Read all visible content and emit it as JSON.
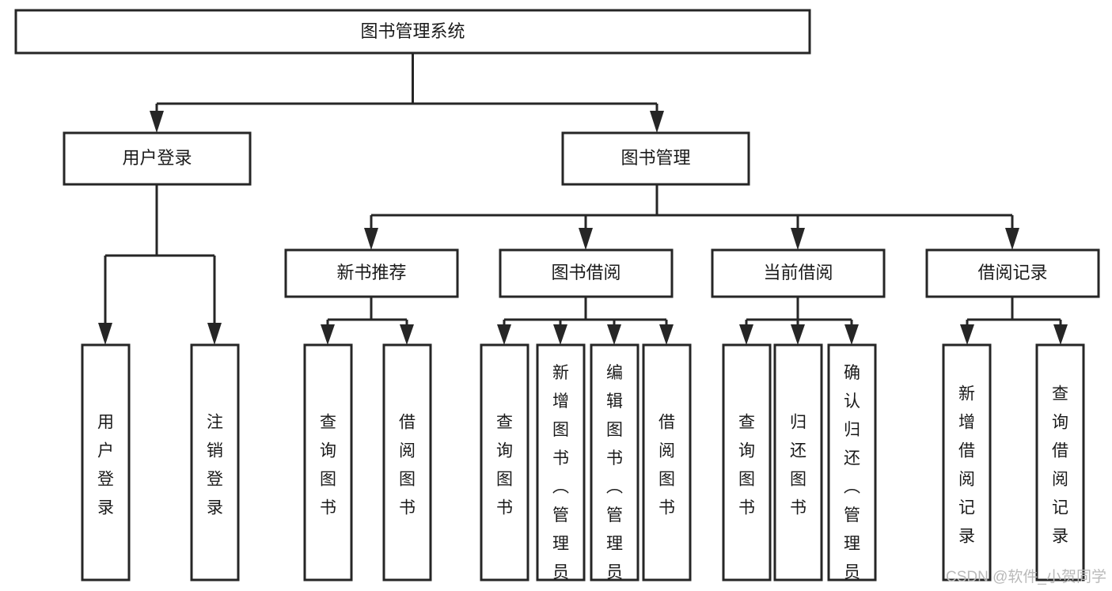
{
  "diagram": {
    "title": "图书管理系统",
    "type": "tree-hierarchy",
    "orientation": "top-down",
    "watermark": "CSDN @软件_小贺同学",
    "colors": {
      "box_stroke": "#262626",
      "box_fill": "#ffffff",
      "connector": "#262626",
      "text": "#1a1a1a",
      "watermark": "#b9b9b9",
      "background": "#ffffff"
    },
    "levels": [
      {
        "level": 0,
        "nodes": [
          {
            "id": "root",
            "label": "图书管理系统",
            "orientation": "horizontal"
          }
        ]
      },
      {
        "level": 1,
        "nodes": [
          {
            "id": "user-login",
            "label": "用户登录",
            "orientation": "horizontal",
            "parent": "root"
          },
          {
            "id": "book-mgmt",
            "label": "图书管理",
            "orientation": "horizontal",
            "parent": "root"
          }
        ]
      },
      {
        "level": 2,
        "nodes": [
          {
            "id": "new-book-rec",
            "label": "新书推荐",
            "orientation": "horizontal",
            "parent": "book-mgmt"
          },
          {
            "id": "book-borrow",
            "label": "图书借阅",
            "orientation": "horizontal",
            "parent": "book-mgmt"
          },
          {
            "id": "current-borrow",
            "label": "当前借阅",
            "orientation": "horizontal",
            "parent": "book-mgmt"
          },
          {
            "id": "borrow-record",
            "label": "借阅记录",
            "orientation": "horizontal",
            "parent": "book-mgmt"
          }
        ]
      },
      {
        "level": 3,
        "nodes": [
          {
            "id": "leaf-user-login",
            "label": "用户登录",
            "orientation": "vertical",
            "parent": "user-login"
          },
          {
            "id": "leaf-logout",
            "label": "注销登录",
            "orientation": "vertical",
            "parent": "user-login"
          },
          {
            "id": "leaf-query-book-1",
            "label": "查询图书",
            "orientation": "vertical",
            "parent": "new-book-rec"
          },
          {
            "id": "leaf-borrow-book-1",
            "label": "借阅图书",
            "orientation": "vertical",
            "parent": "new-book-rec"
          },
          {
            "id": "leaf-query-book-2",
            "label": "查询图书",
            "orientation": "vertical",
            "parent": "book-borrow"
          },
          {
            "id": "leaf-add-book",
            "label": "新增图书（管理员）",
            "orientation": "vertical",
            "parent": "book-borrow"
          },
          {
            "id": "leaf-edit-book",
            "label": "编辑图书（管理员）",
            "orientation": "vertical",
            "parent": "book-borrow"
          },
          {
            "id": "leaf-borrow-book-2",
            "label": "借阅图书",
            "orientation": "vertical",
            "parent": "book-borrow"
          },
          {
            "id": "leaf-query-book-3",
            "label": "查询图书",
            "orientation": "vertical",
            "parent": "current-borrow"
          },
          {
            "id": "leaf-return-book",
            "label": "归还图书",
            "orientation": "vertical",
            "parent": "current-borrow"
          },
          {
            "id": "leaf-confirm-return",
            "label": "确认归还（管理员）",
            "orientation": "vertical",
            "parent": "current-borrow"
          },
          {
            "id": "leaf-add-record",
            "label": "新增借阅记录",
            "orientation": "vertical",
            "parent": "borrow-record"
          },
          {
            "id": "leaf-query-record",
            "label": "查询借阅记录",
            "orientation": "vertical",
            "parent": "borrow-record"
          }
        ]
      }
    ]
  }
}
